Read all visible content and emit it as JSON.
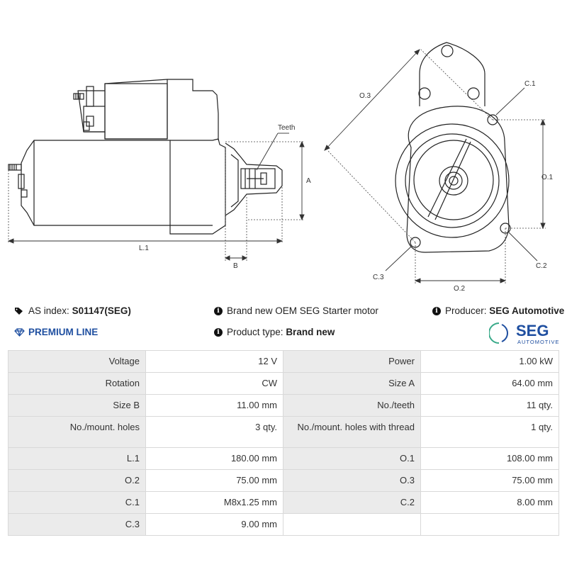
{
  "diagram_labels": {
    "teeth": "Teeth",
    "a": "A",
    "b": "B",
    "l1": "L.1",
    "o1": "O.1",
    "o2": "O.2",
    "o3": "O.3",
    "c1": "C.1",
    "c2": "C.2",
    "c3": "C.3"
  },
  "info": {
    "as_index_label": "AS index:",
    "as_index_value": "S01147(SEG)",
    "description": "Brand new OEM SEG Starter motor",
    "producer_label": "Producer:",
    "producer_value": "SEG Automotive",
    "premium_line": "PREMIUM LINE",
    "product_type_label": "Product type:",
    "product_type_value": "Brand new"
  },
  "logo": {
    "main": "SEG",
    "sub": "AUTOMOTIVE",
    "accent_color": "#1f4fa0",
    "arc_color": "#3aaa8a"
  },
  "specs": [
    {
      "l1": "Voltage",
      "v1": "12 V",
      "l2": "Power",
      "v2": "1.00 kW"
    },
    {
      "l1": "Rotation",
      "v1": "CW",
      "l2": "Size A",
      "v2": "64.00 mm"
    },
    {
      "l1": "Size B",
      "v1": "11.00 mm",
      "l2": "No./teeth",
      "v2": "11 qty."
    },
    {
      "l1": "No./mount. holes",
      "v1": "3 qty.",
      "l2": "No./mount. holes with thread",
      "v2": "1 qty."
    },
    {
      "l1": "L.1",
      "v1": "180.00 mm",
      "l2": "O.1",
      "v2": "108.00 mm"
    },
    {
      "l1": "O.2",
      "v1": "75.00 mm",
      "l2": "O.3",
      "v2": "75.00 mm"
    },
    {
      "l1": "C.1",
      "v1": "M8x1.25 mm",
      "l2": "C.2",
      "v2": "8.00 mm"
    },
    {
      "l1": "C.3",
      "v1": "9.00 mm",
      "l2": "",
      "v2": ""
    }
  ]
}
